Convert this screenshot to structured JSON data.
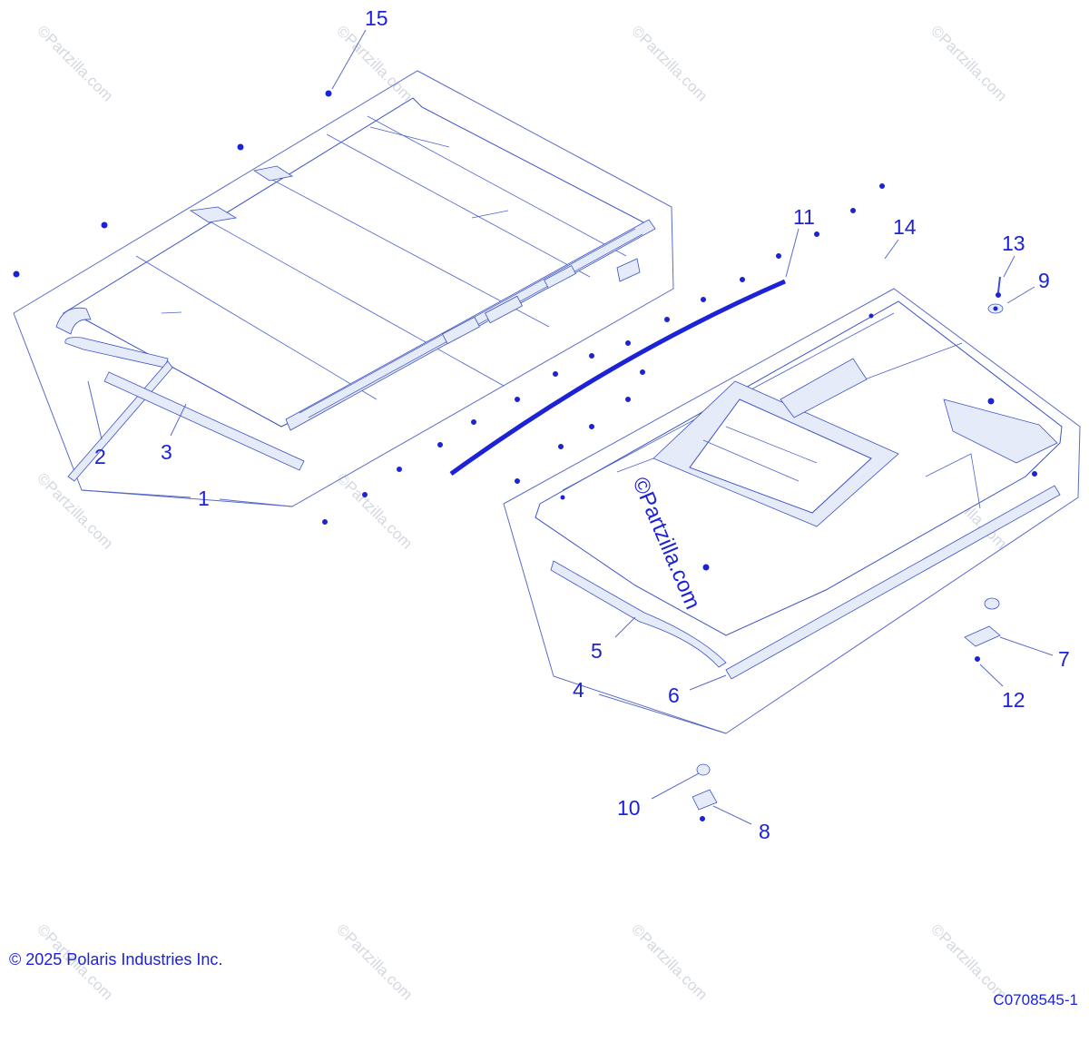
{
  "diagram": {
    "callouts": [
      {
        "id": "c1",
        "label": "1"
      },
      {
        "id": "c2",
        "label": "2"
      },
      {
        "id": "c3",
        "label": "3"
      },
      {
        "id": "c4",
        "label": "4"
      },
      {
        "id": "c5",
        "label": "5"
      },
      {
        "id": "c6",
        "label": "6"
      },
      {
        "id": "c7",
        "label": "7"
      },
      {
        "id": "c8",
        "label": "8"
      },
      {
        "id": "c9",
        "label": "9"
      },
      {
        "id": "c10",
        "label": "10"
      },
      {
        "id": "c11",
        "label": "11"
      },
      {
        "id": "c12",
        "label": "12"
      },
      {
        "id": "c13",
        "label": "13"
      },
      {
        "id": "c14",
        "label": "14"
      },
      {
        "id": "c15",
        "label": "15"
      }
    ],
    "watermark": "©Partzilla.com",
    "center_watermark": "©Partzilla.com",
    "colors": {
      "callout": "#1c22d6",
      "line": "#3b52c4",
      "watermark": "#c5ccd6"
    }
  },
  "footer": {
    "copyright": "© 2025 Polaris Industries Inc.",
    "document_number": "C0708545-1"
  }
}
